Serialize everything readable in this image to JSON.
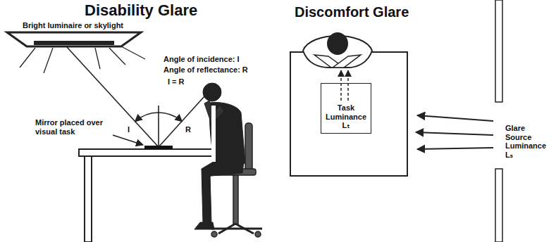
{
  "diagram": {
    "nodes": [
      {
        "text": [
          "Task Luminance Lₜ"
        ]
      }
    ],
    "labels": [
      "Disability Glare",
      "Bright luminaire or skylight",
      "Angle of incidence: I",
      "Angle of reflectance: R",
      "I = R",
      "I",
      "R",
      "Mirror placed over visual task",
      "Discomfort Glare",
      "Glare Source Luminance Lₛ"
    ]
  }
}
